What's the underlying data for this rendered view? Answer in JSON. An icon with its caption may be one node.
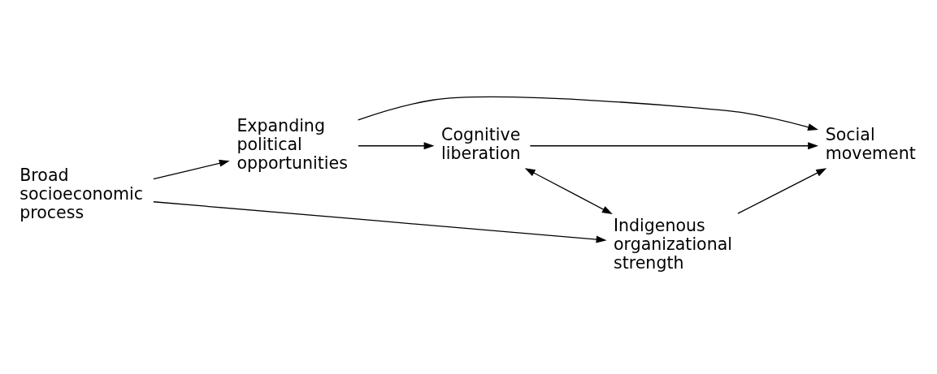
{
  "diagram": {
    "nodes": [
      {
        "text": [
          "Broad socioeconomic process"
        ]
      },
      {
        "text": [
          "Expanding political opportunities"
        ]
      },
      {
        "text": [
          "Indigenous organizational strength"
        ]
      },
      {
        "text": [
          "Cognitive liberation"
        ]
      },
      {
        "text": [
          "Social movement"
        ]
      }
    ],
    "edges": [
      {
        "from": 0,
        "to": 1,
        "arrow": "to"
      },
      {
        "from": 0,
        "to": 2,
        "arrow": "to"
      },
      {
        "from": 1,
        "to": 4,
        "arrow": "to"
      },
      {
        "from": 1,
        "to": 3,
        "arrow": "to"
      },
      {
        "from": 3,
        "to": 4,
        "arrow": "to"
      },
      {
        "from": 3,
        "to": 2,
        "arrow": "both"
      },
      {
        "from": 2,
        "to": 4,
        "arrow": "to"
      }
    ]
  }
}
